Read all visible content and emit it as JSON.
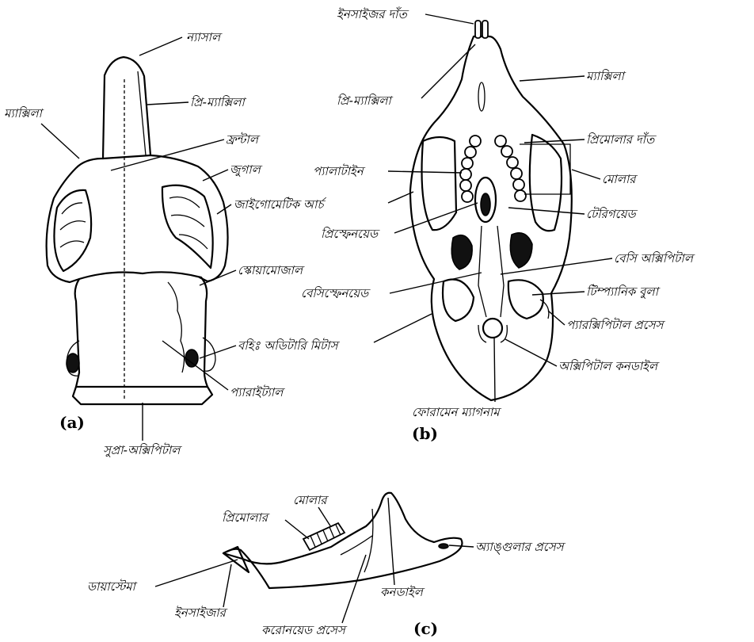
{
  "panel_a": {
    "tag": "(a)",
    "labels": {
      "nasal": "ন্যাসাল",
      "premaxilla": "প্রি-ম্যাক্সিলা",
      "maxilla": "ম্যাক্সিলা",
      "frontal": "ফ্রন্টাল",
      "jugal": "জুগাল",
      "zygomatic_arch": "জাইগোমেটিক আর্চ",
      "squamosal": "স্কোয়ামোজাল",
      "external_auditory_meatus": "বহিঃ অডিটারি মিটাস",
      "parietal": "প্যারাইট্যাল",
      "supraoccipital": "সুপ্রা-অক্সিপিটাল"
    }
  },
  "panel_b": {
    "tag": "(b)",
    "labels": {
      "incisor_teeth": "ইনসাইজর দাঁত",
      "maxilla": "ম্যাক্সিলা",
      "premaxilla": "প্রি-ম্যাক্সিলা",
      "premolar_teeth": "প্রিমোলার দাঁত",
      "palatine": "প্যালাটাইন",
      "molar": "মোলার",
      "pterygoid": "টেরিগয়েড",
      "presphenoid": "প্রিস্ফেনয়েড",
      "basioccipital": "বেসি অক্সিপিটাল",
      "basisphenoid": "বেসিস্ফেনয়েড",
      "tympanic_bulla": "টিম্প্যানিক বুলা",
      "paroccipital_process": "প্যারক্সিপিটাল প্রসেস",
      "occipital_condyle": "অক্সিপিটাল কনডাইল",
      "foramen_magnum": "ফোরামেন ম্যাগনাম"
    }
  },
  "panel_c": {
    "tag": "(c)",
    "labels": {
      "molar": "মোলার",
      "premolar": "প্রিমোলার",
      "angular_process": "অ্যাঙ্গুলার প্রসেস",
      "diastema": "ডায়াস্টেমা",
      "condyle": "কনডাইল",
      "incisor": "ইনসাইজার",
      "coronoid_process": "করোনয়েড প্রসেস"
    }
  },
  "colors": {
    "ink": "#000000",
    "background": "#ffffff"
  }
}
